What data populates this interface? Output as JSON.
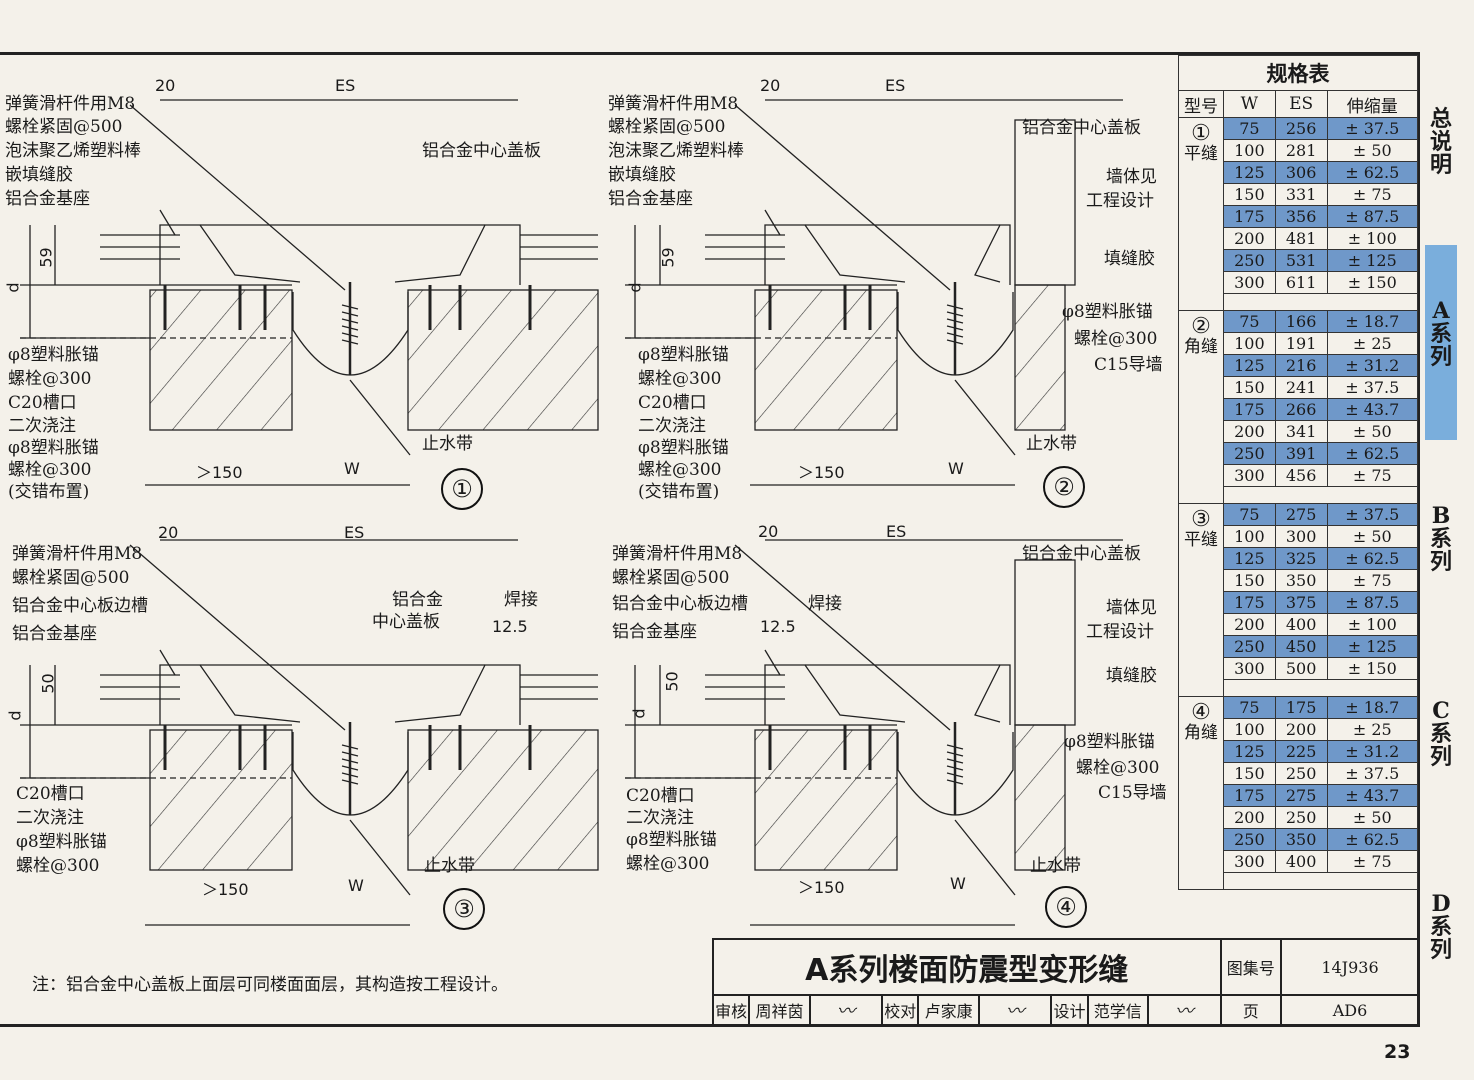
{
  "page_number": "23",
  "note": "注：铝合金中心盖板上面层可同楼面面层，其构造按工程设计。",
  "title_block": {
    "title": "A系列楼面防震型变形缝",
    "atlas_label": "图集号",
    "atlas_no": "14J936",
    "page_label": "页",
    "page_no": "AD6",
    "review_label": "审核",
    "reviewer": "周祥茵",
    "check_label": "校对",
    "checker": "卢家康",
    "design_label": "设计",
    "designer": "范学信"
  },
  "side_tabs": [
    {
      "text": "总说明",
      "active": false
    },
    {
      "text": "A系列",
      "active": true
    },
    {
      "text": "B系列",
      "active": false
    },
    {
      "text": "C系列",
      "active": false
    },
    {
      "text": "D系列",
      "active": false
    }
  ],
  "spec_table": {
    "title": "规格表",
    "headers": [
      "型号",
      "W",
      "ES",
      "伸缩量"
    ],
    "groups": [
      {
        "num": "①",
        "name": "平缝",
        "rows": [
          [
            "75",
            "256",
            "± 37.5"
          ],
          [
            "100",
            "281",
            "± 50"
          ],
          [
            "125",
            "306",
            "± 62.5"
          ],
          [
            "150",
            "331",
            "± 75"
          ],
          [
            "175",
            "356",
            "± 87.5"
          ],
          [
            "200",
            "481",
            "± 100"
          ],
          [
            "250",
            "531",
            "± 125"
          ],
          [
            "300",
            "611",
            "± 150"
          ]
        ]
      },
      {
        "num": "②",
        "name": "角缝",
        "rows": [
          [
            "75",
            "166",
            "± 18.7"
          ],
          [
            "100",
            "191",
            "± 25"
          ],
          [
            "125",
            "216",
            "± 31.2"
          ],
          [
            "150",
            "241",
            "± 37.5"
          ],
          [
            "175",
            "266",
            "± 43.7"
          ],
          [
            "200",
            "341",
            "± 50"
          ],
          [
            "250",
            "391",
            "± 62.5"
          ],
          [
            "300",
            "456",
            "± 75"
          ]
        ]
      },
      {
        "num": "③",
        "name": "平缝",
        "rows": [
          [
            "75",
            "275",
            "± 37.5"
          ],
          [
            "100",
            "300",
            "± 50"
          ],
          [
            "125",
            "325",
            "± 62.5"
          ],
          [
            "150",
            "350",
            "± 75"
          ],
          [
            "175",
            "375",
            "± 87.5"
          ],
          [
            "200",
            "400",
            "± 100"
          ],
          [
            "250",
            "450",
            "± 125"
          ],
          [
            "300",
            "500",
            "± 150"
          ]
        ]
      },
      {
        "num": "④",
        "name": "角缝",
        "rows": [
          [
            "75",
            "175",
            "± 18.7"
          ],
          [
            "100",
            "200",
            "± 25"
          ],
          [
            "125",
            "225",
            "± 31.2"
          ],
          [
            "150",
            "250",
            "± 37.5"
          ],
          [
            "175",
            "275",
            "± 43.7"
          ],
          [
            "200",
            "250",
            "± 50"
          ],
          [
            "250",
            "350",
            "± 62.5"
          ],
          [
            "300",
            "400",
            "± 75"
          ]
        ]
      }
    ]
  },
  "details": {
    "d1": {
      "num": "①",
      "labels": [
        "弹簧滑杆件用M8",
        "螺栓紧固@500",
        "泡沫聚乙烯塑料棒",
        "嵌填缝胶",
        "铝合金基座",
        "铝合金中心盖板",
        "φ8塑料胀锚",
        "螺栓@300",
        "C20槽口",
        "二次浇注",
        "φ8塑料胀锚",
        "螺栓@300",
        "(交错布置)",
        "止水带"
      ],
      "dims": [
        "20",
        "ES",
        "59",
        "d",
        "＞150",
        "W"
      ]
    },
    "d2": {
      "num": "②",
      "labels": [
        "弹簧滑杆件用M8",
        "螺栓紧固@500",
        "泡沫聚乙烯塑料棒",
        "嵌填缝胶",
        "铝合金基座",
        "铝合金中心盖板",
        "墙体见",
        "工程设计",
        "填缝胶",
        "φ8塑料胀锚",
        "螺栓@300",
        "C15导墙",
        "φ8塑料胀锚",
        "螺栓@300",
        "C20槽口",
        "二次浇注",
        "φ8塑料胀锚",
        "螺栓@300",
        "(交错布置)",
        "止水带"
      ],
      "dims": [
        "20",
        "ES",
        "59",
        "d",
        "＞150",
        "W"
      ]
    },
    "d3": {
      "num": "③",
      "labels": [
        "弹簧滑杆件用M8",
        "螺栓紧固@500",
        "铝合金中心板边槽",
        "铝合金基座",
        "铝合金",
        "中心盖板",
        "焊接",
        "C20槽口",
        "二次浇注",
        "φ8塑料胀锚",
        "螺栓@300",
        "止水带"
      ],
      "dims": [
        "20",
        "ES",
        "12.5",
        "50",
        "d",
        "＞150",
        "W"
      ]
    },
    "d4": {
      "num": "④",
      "labels": [
        "弹簧滑杆件用M8",
        "螺栓紧固@500",
        "铝合金中心板边槽",
        "焊接",
        "铝合金基座",
        "铝合金中心盖板",
        "墙体见",
        "工程设计",
        "填缝胶",
        "φ8塑料胀锚",
        "螺栓@300",
        "C15导墙",
        "C20槽口",
        "二次浇注",
        "φ8塑料胀锚",
        "螺栓@300",
        "止水带"
      ],
      "dims": [
        "20",
        "ES",
        "12.5",
        "50",
        "d",
        "＞150",
        "W"
      ]
    }
  }
}
